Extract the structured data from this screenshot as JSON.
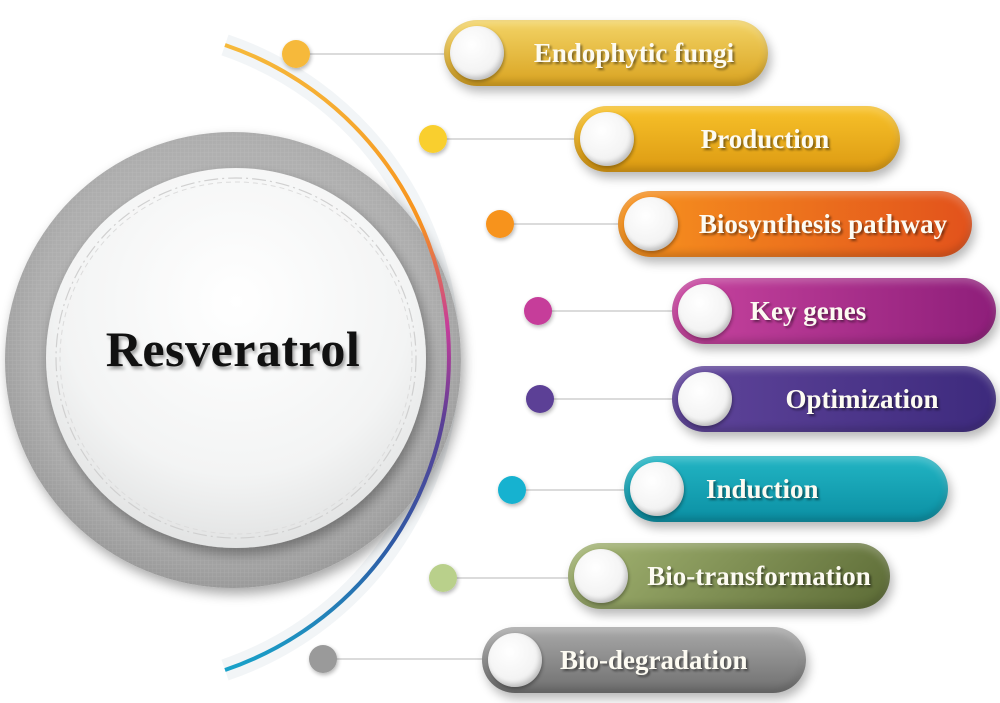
{
  "diagram": {
    "center": {
      "title": "Resveratrol"
    },
    "items": [
      {
        "label": "Endophytic fungi",
        "dot_color": "#f6b93b",
        "pill_from": "#f3d466",
        "pill_to": "#d9a321"
      },
      {
        "label": "Production",
        "dot_color": "#f9cf2f",
        "pill_from": "#f8c22a",
        "pill_to": "#dc9a12"
      },
      {
        "label": "Biosynthesis pathway",
        "dot_color": "#f7931e",
        "pill_from": "#f7931e",
        "pill_to": "#e2521c"
      },
      {
        "label": "Key genes",
        "dot_color": "#c63c9a",
        "pill_from": "#c8449f",
        "pill_to": "#8e1e7a"
      },
      {
        "label": "Optimization",
        "dot_color": "#5c3f96",
        "pill_from": "#60459b",
        "pill_to": "#3d2a7d"
      },
      {
        "label": "Induction",
        "dot_color": "#19b2d0",
        "pill_from": "#22b5c4",
        "pill_to": "#0b8fa3"
      },
      {
        "label": "Bio-transformation",
        "dot_color": "#b9d08b",
        "pill_from": "#9db06c",
        "pill_to": "#5b6a35"
      },
      {
        "label": "Bio-degradation",
        "dot_color": "#9a9a9a",
        "pill_from": "#a9a9a9",
        "pill_to": "#6f6f6f"
      }
    ],
    "colors": {
      "outer_ring": "#a9a9a9",
      "inner_circle": "#f2f3f3",
      "connector_line": "#cfcfcf"
    }
  }
}
